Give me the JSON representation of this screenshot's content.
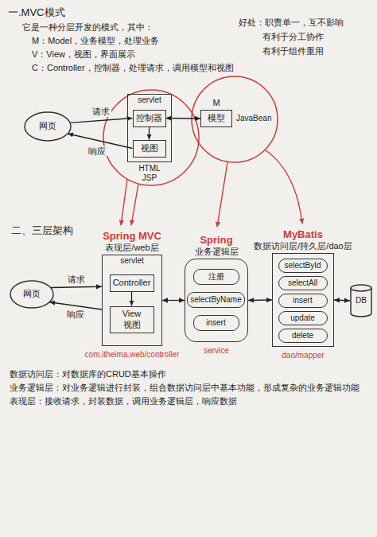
{
  "diagram": {
    "nodes": [
      {
        "text": [
          "网页"
        ]
      },
      {
        "text": [
          "servlet"
        ]
      },
      {
        "text": [
          "控制器"
        ],
        "in": 1
      },
      {
        "text": [
          "视图"
        ],
        "in": 1
      },
      {
        "text": [
          "M",
          "模型"
        ]
      },
      {
        "text": [
          "网页"
        ]
      },
      {
        "text": [
          "Spring MVC",
          "表现层/web层",
          "servlet"
        ]
      },
      {
        "text": [
          "Controller"
        ],
        "in": 6
      },
      {
        "text": [
          "View 视图"
        ],
        "in": 6
      },
      {
        "text": [
          "Spring",
          "业务逻辑层"
        ]
      },
      {
        "text": [
          "注册"
        ],
        "in": 9
      },
      {
        "text": [
          "selectByName"
        ],
        "in": 9
      },
      {
        "text": [
          "insert"
        ],
        "in": 9
      },
      {
        "text": [
          "MyBatis",
          "数据访问层/持久层/dao层"
        ]
      },
      {
        "text": [
          "selectById"
        ],
        "in": 13
      },
      {
        "text": [
          "selectAll"
        ],
        "in": 13
      },
      {
        "text": [
          "insert"
        ],
        "in": 13
      },
      {
        "text": [
          "update"
        ],
        "in": 13
      },
      {
        "text": [
          "delete"
        ],
        "in": 13
      },
      {
        "text": [
          "DB"
        ]
      }
    ],
    "edges": [
      {
        "from": 0,
        "to": 2,
        "arrow": "to",
        "label": "请求"
      },
      {
        "from": 3,
        "to": 0,
        "arrow": "to",
        "label": "响应"
      },
      {
        "from": 2,
        "to": 3,
        "arrow": "to"
      },
      {
        "from": 2,
        "to": 4,
        "arrow": "both"
      },
      {
        "from": 5,
        "to": 6,
        "arrow": "to",
        "label": "请求"
      },
      {
        "from": 6,
        "to": 5,
        "arrow": "to",
        "label": "响应"
      },
      {
        "from": 7,
        "to": 8,
        "arrow": "to"
      },
      {
        "from": 6,
        "to": 9,
        "arrow": "both"
      },
      {
        "from": 9,
        "to": 13,
        "arrow": "both"
      },
      {
        "from": 13,
        "to": 19,
        "arrow": "both"
      }
    ],
    "labels": [
      "一.MVC模式",
      "它是一种分层开发的模式，其中：",
      "M：Model，业务模型，处理业务",
      "V：View，视图，界面展示",
      "C：Controller，控制器，处理请求，调用模型和视图",
      "好处：职责单一，互不影响",
      "有利于分工协作",
      "有利于组件重用",
      "HTML",
      "JSP",
      "JavaBean",
      "二、三层架构",
      "com.itheima.web/controller",
      "service",
      "dao/mapper",
      "数据访问层：对数据库的CRUD基本操作",
      "业务逻辑层：对业务逻辑进行封装，组合数据访问层中基本功能，形成复杂的业务逻辑功能",
      "表现层：接收请求，封装数据，调用业务逻辑层，响应数据"
    ]
  }
}
